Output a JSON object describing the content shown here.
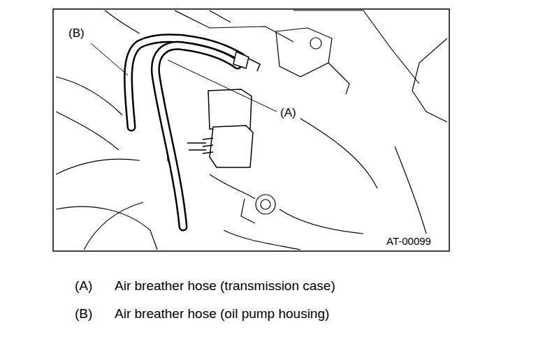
{
  "diagram": {
    "labels": [
      "(B)",
      "(A)",
      "AT-00099",
      "(A)",
      "Air breather hose (transmission case)",
      "(B)",
      "Air breather hose (oil pump housing)"
    ]
  }
}
